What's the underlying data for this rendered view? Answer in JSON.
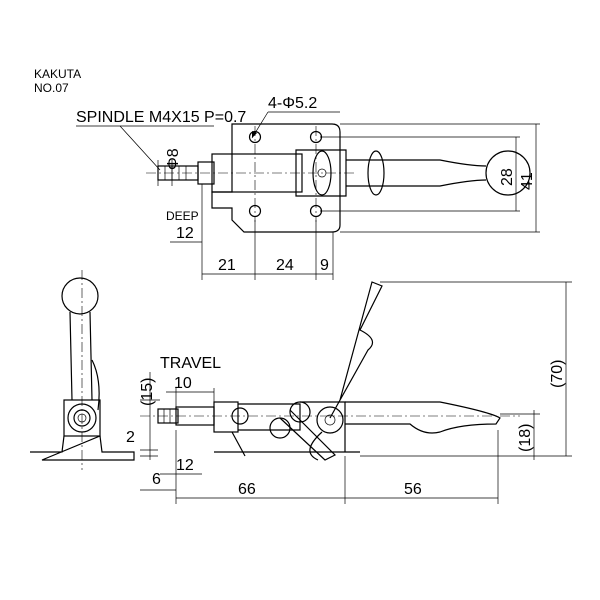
{
  "maker": "KAKUTA",
  "model": "NO.07",
  "spindle_note": "SPINDLE M4X15 P=0.7",
  "hole_note": "4-Φ5.2",
  "top_view": {
    "dia_spindle": "Φ8",
    "deep_label": "DEEP",
    "deep_value": "12",
    "dim_21": "21",
    "dim_24": "24",
    "dim_9": "9",
    "dim_28": "28",
    "dim_41": "41"
  },
  "side_view": {
    "travel_label": "TRAVEL",
    "travel_value": "10",
    "dim_15": "(15)",
    "dim_2": "2",
    "dim_12": "12",
    "dim_6": "6",
    "dim_66": "66",
    "dim_56": "56",
    "dim_70": "(70)",
    "dim_18": "(18)"
  }
}
